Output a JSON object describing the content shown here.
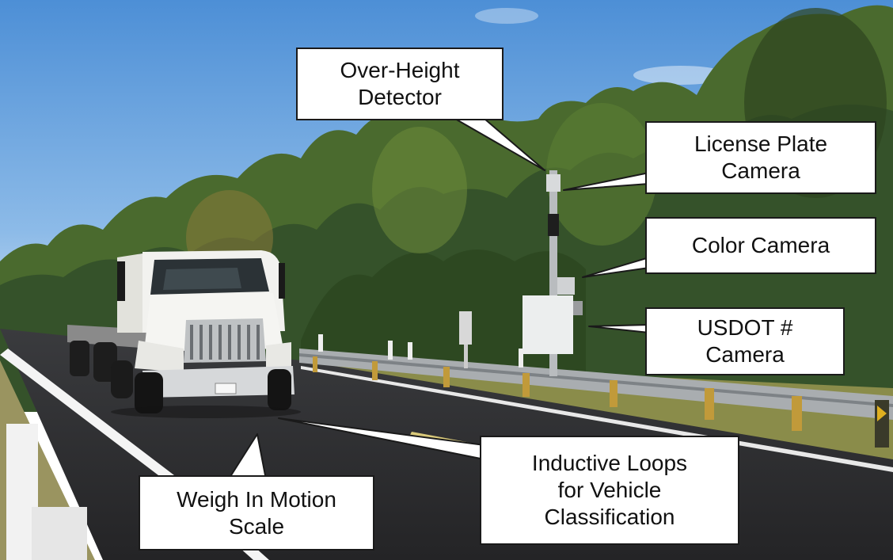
{
  "photo": {
    "subject": "white semi-truck flatbed on rural two-lane highway with roadside sensor pole",
    "colors": {
      "sky": "#6ea6e0",
      "sky_horizon": "#c9def2",
      "trees_dark": "#2f4a22",
      "trees_light": "#6b8a3a",
      "asphalt": "#2e2e30",
      "lane_line": "#f4f4f4",
      "truck_white": "#f2f2ef",
      "guardrail": "#a9adb0"
    }
  },
  "callouts": {
    "over_height": {
      "line1": "Over-Height",
      "line2": "Detector"
    },
    "license_plate": {
      "line1": "License Plate",
      "line2": "Camera"
    },
    "color_camera": {
      "line1": "Color Camera"
    },
    "usdot": {
      "line1": "USDOT #",
      "line2": "Camera"
    },
    "inductive": {
      "line1": "Inductive Loops",
      "line2": "for Vehicle",
      "line3": "Classification"
    },
    "wim": {
      "line1": "Weigh In Motion",
      "line2": "Scale"
    }
  }
}
